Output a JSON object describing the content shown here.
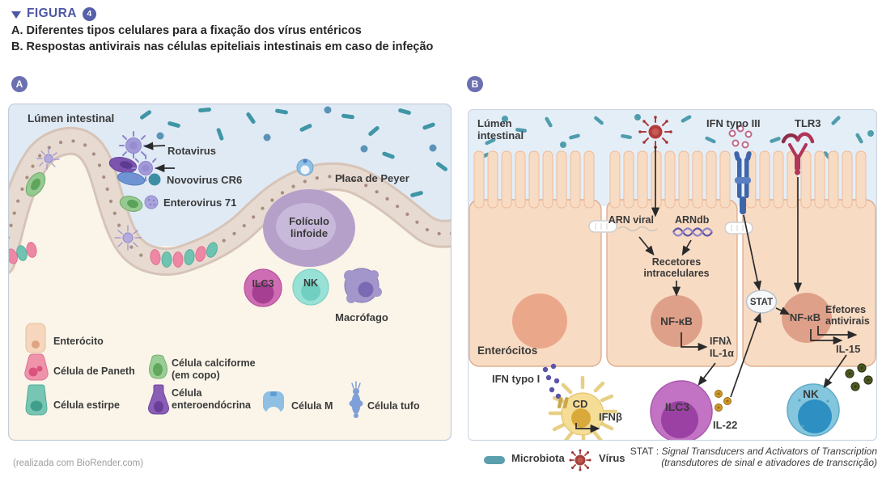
{
  "header": {
    "figura_label": "FIGURA",
    "figura_number": "4",
    "subtitle_a": "A. Diferentes tipos celulares para a fixação dos vírus entéricos",
    "subtitle_b": "B. Respostas antivirais nas células epiteliais intestinais em caso de infeção"
  },
  "panel_a": {
    "badge": "A",
    "lumen_label": "Lúmen intestinal",
    "virus_labels": {
      "rotavirus": "Rotavirus",
      "novovirus": "Novovirus CR6",
      "enterovirus": "Enterovirus 71"
    },
    "placa_peyer": "Placa de Peyer",
    "foliculo_line1": "Folículo",
    "foliculo_line2": "linfoide",
    "cells": {
      "ilc3": "ILC3",
      "nk": "NK",
      "macrofago": "Macrófago"
    },
    "legend": {
      "enterocito": "Enterócito",
      "paneth": "Célula de Paneth",
      "estirpe": "Célula estirpe",
      "calciforme_line1": "Célula calciforme",
      "calciforme_line2": "(em copo)",
      "enteroendocrina_line1": "Célula",
      "enteroendocrina_line2": "enteroendócrina",
      "celula_m": "Célula M",
      "celula_tufo": "Célula tufo"
    }
  },
  "panel_b": {
    "badge": "B",
    "lumen_line1": "Lúmen",
    "lumen_line2": "intestinal",
    "ifn_iii": "IFN typo III",
    "tlr3": "TLR3",
    "arn_viral": "ARN viral",
    "arndb": "ARNdb",
    "recetores_line1": "Recetores",
    "recetores_line2": "intracelulares",
    "nfkb_cell2": "NF-κB",
    "nfkb_cell3": "NF-κB",
    "stat": "STAT",
    "ifnl": "IFNλ",
    "il1a": "IL-1α",
    "efetores_line1": "Efetores",
    "efetores_line2": "antivirais",
    "il15": "IL-15",
    "enterocitos": "Enterócitos",
    "ifn_i": "IFN typo I",
    "cd": "CD",
    "ifnb": "IFNβ",
    "ilc3": "ILC3",
    "il22": "IL-22",
    "nk": "NK"
  },
  "footer": {
    "credit": "(realizada com BioRender.com)",
    "microbiota": "Microbiota",
    "virus": "Vírus",
    "stat_prefix": "STAT :",
    "stat_line1": "Signal Transducers and Activators of Transcription",
    "stat_line2": "(transdutores de sinal e ativadores de transcrição)"
  },
  "colors": {
    "accent_purple": "#5560a8",
    "panel_lumen_blue": "#e3edf7",
    "panel_cream": "#fbf5e9",
    "epithelium_beige": "#e7dad1",
    "cell_peach": "#f8dbc3",
    "microbiota_teal": "#4f9dad",
    "virus_red": "#b23c3c",
    "ilc3_magenta": "#c273c3",
    "nk_blue": "#84c6dd",
    "il22_gold": "#cf9831",
    "text_dark": "#3a3a3a"
  }
}
